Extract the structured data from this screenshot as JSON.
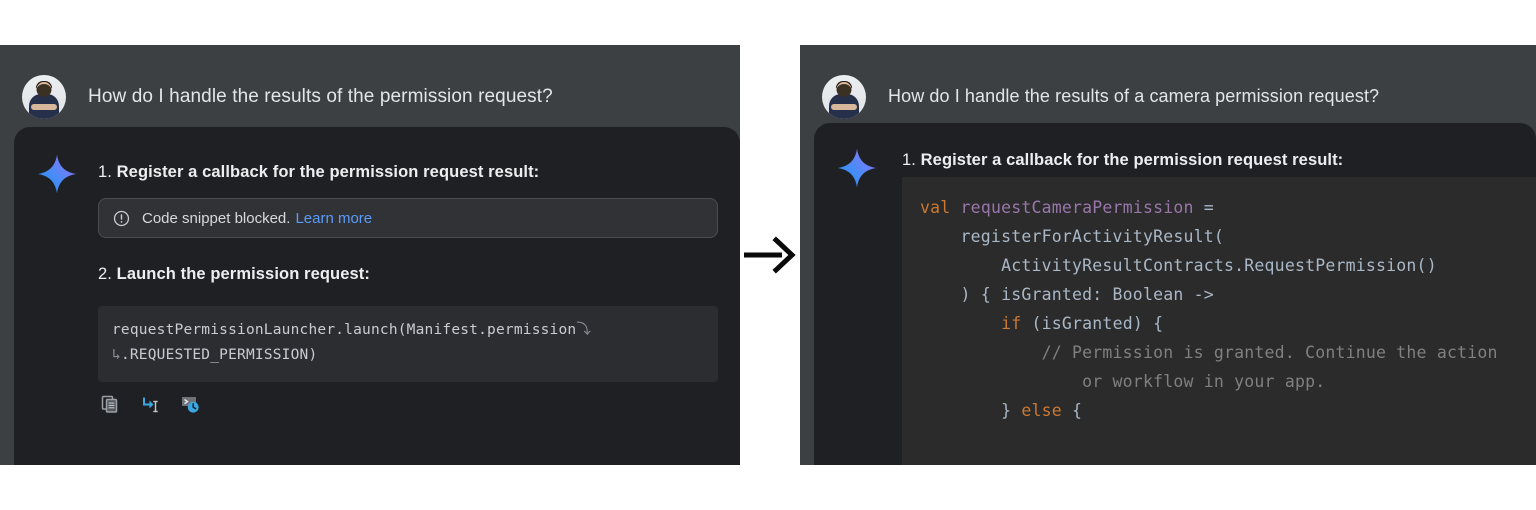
{
  "flow": {
    "arrow_icon": "arrow-right-icon"
  },
  "left_panel": {
    "avatar_icon": "user-avatar",
    "prompt": "How do I handle the results of the permission request?",
    "assistant_icon": "gemini-sparkle-icon",
    "step1": {
      "number": "1.",
      "title": "Register a callback for the permission request result:"
    },
    "blocked_notice": {
      "icon": "warning-circle-icon",
      "message": "Code snippet blocked.",
      "link": "Learn more"
    },
    "step2": {
      "number": "2.",
      "title": "Launch the permission request:"
    },
    "code": {
      "line1": "requestPermissionLauncher.launch(Manifest.permission",
      "wrap_end": "⤵",
      "wrap_start": "↳",
      "line2": ".REQUESTED_PERMISSION)"
    },
    "actions": [
      {
        "icon": "copy-icon",
        "label": "Copy"
      },
      {
        "icon": "insert-at-cursor-icon",
        "label": "Insert at cursor"
      },
      {
        "icon": "run-in-terminal-icon",
        "label": "Run in terminal"
      }
    ]
  },
  "right_panel": {
    "avatar_icon": "user-avatar",
    "prompt": "How do I handle the results of a camera permission request?",
    "assistant_icon": "gemini-sparkle-icon",
    "step1": {
      "number": "1.",
      "title": "Register a callback for the permission request result:"
    },
    "code_lines": [
      [
        {
          "t": "val ",
          "c": "kw"
        },
        {
          "t": "requestCameraPermission",
          "c": "id"
        },
        {
          "t": " =",
          "c": "pl"
        }
      ],
      [
        {
          "t": "    registerForActivityResult(",
          "c": "pl"
        }
      ],
      [
        {
          "t": "        ActivityResultContracts.RequestPermission()",
          "c": "pl"
        }
      ],
      [
        {
          "t": "    ) { isGranted: Boolean ->",
          "c": "pl"
        }
      ],
      [
        {
          "t": "        ",
          "c": "pl"
        },
        {
          "t": "if",
          "c": "kw"
        },
        {
          "t": " (isGranted) {",
          "c": "pl"
        }
      ],
      [
        {
          "t": "            // Permission is granted. Continue the action",
          "c": "cm"
        }
      ],
      [
        {
          "t": "                or workflow in your app.",
          "c": "cm"
        }
      ],
      [
        {
          "t": "        } ",
          "c": "pl"
        },
        {
          "t": "else",
          "c": "kw"
        },
        {
          "t": " {",
          "c": "pl"
        }
      ]
    ]
  },
  "colors": {
    "panel_bg": "#3c4043",
    "card_bg": "#1f2023",
    "code_bg_left": "#2b2d31",
    "code_bg_right": "#2b2b2b",
    "keyword": "#cc7832",
    "identifier": "#9876aa",
    "comment": "#808080",
    "code_text": "#a9b7c6",
    "link": "#5b9bf8",
    "accent_blue": "#3ba7e0",
    "page_bg": "#ffffff"
  }
}
